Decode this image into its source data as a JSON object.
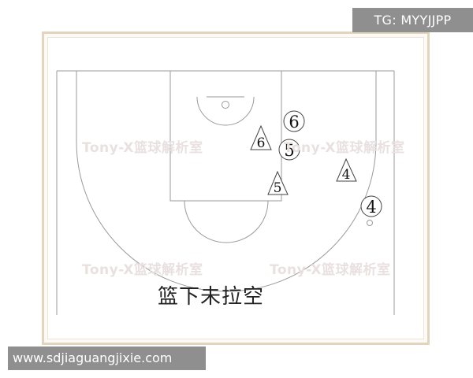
{
  "banners": {
    "top_right": "TG: MYYJJPP",
    "bottom_left": "www.sdjiaguangjixie.com"
  },
  "watermarks": [
    "Tony-X篮球解析室",
    "Tony-X篮球解析室",
    "Tony-X篮球解析室",
    "Tony-X篮球解析室"
  ],
  "diagram": {
    "caption": "篮下未拉空",
    "offense_players": [
      "6",
      "5",
      "4"
    ],
    "defense_players": [
      "6",
      "5",
      "4"
    ],
    "colors": {
      "lines": "#9a9a9a",
      "frame": "#e3d4bd",
      "banner": "#8f8f8f"
    }
  }
}
